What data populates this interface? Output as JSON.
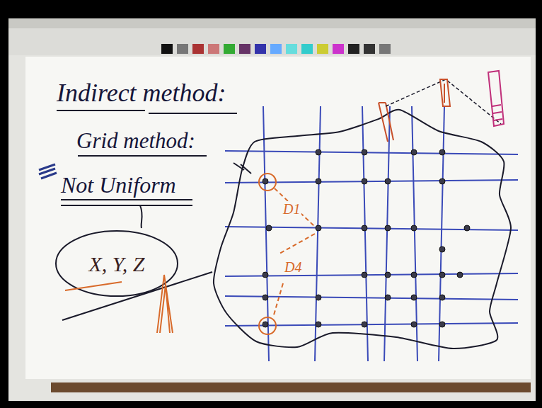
{
  "diagram": {
    "title": "Indirect method:",
    "nodes": [
      {
        "text": [
          "X, Y, Z"
        ]
      }
    ],
    "labels": [
      "Grid method:",
      "Not Uniform",
      "D1",
      "D4"
    ]
  }
}
